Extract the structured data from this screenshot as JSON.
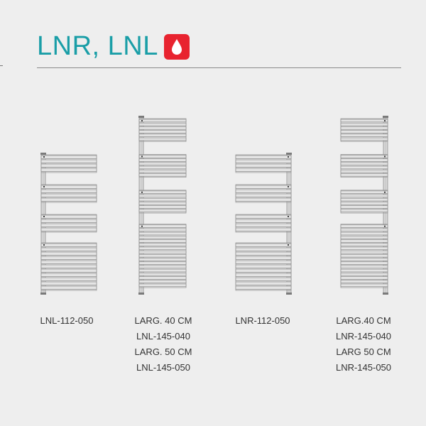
{
  "header": {
    "title": "LNR, LNL",
    "badge_icon": "water-drop-icon",
    "badge_color": "#e8232f",
    "title_color": "#1a9ea7"
  },
  "products": [
    {
      "lines": [
        "LNL-112-050"
      ]
    },
    {
      "lines": [
        "LARG. 40 CM",
        "LNL-145-040",
        "LARG. 50 CM",
        "LNL-145-050"
      ]
    },
    {
      "lines": [
        "LNR-112-050"
      ]
    },
    {
      "lines": [
        "LARG.40 CM",
        "LNR-145-040",
        "LARG 50 CM",
        "LNR-145-050"
      ]
    }
  ]
}
